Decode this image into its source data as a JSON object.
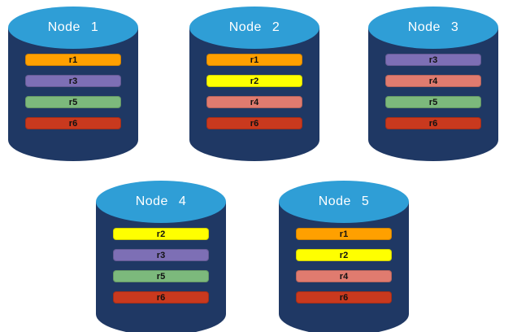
{
  "colors": {
    "cylinder_body": "#1F3864",
    "cylinder_top": "#2F9ED6",
    "node_label_text": "#FFFFFF",
    "bar_text": "#111111",
    "r1": "#FFA000",
    "r2": "#FFFF00",
    "r3": "#7D6FB5",
    "r4": "#E07B6F",
    "r5": "#7CB97C",
    "r6": "#C9391E"
  },
  "nodes": [
    {
      "label": "Node 1",
      "replicas": [
        {
          "id": "r1",
          "color": "#FFA000"
        },
        {
          "id": "r3",
          "color": "#7D6FB5"
        },
        {
          "id": "r5",
          "color": "#7CB97C"
        },
        {
          "id": "r6",
          "color": "#C9391E"
        }
      ]
    },
    {
      "label": "Node 2",
      "replicas": [
        {
          "id": "r1",
          "color": "#FFA000"
        },
        {
          "id": "r2",
          "color": "#FFFF00"
        },
        {
          "id": "r4",
          "color": "#E07B6F"
        },
        {
          "id": "r6",
          "color": "#C9391E"
        }
      ]
    },
    {
      "label": "Node 3",
      "replicas": [
        {
          "id": "r3",
          "color": "#7D6FB5"
        },
        {
          "id": "r4",
          "color": "#E07B6F"
        },
        {
          "id": "r5",
          "color": "#7CB97C"
        },
        {
          "id": "r6",
          "color": "#C9391E"
        }
      ]
    },
    {
      "label": "Node 4",
      "replicas": [
        {
          "id": "r2",
          "color": "#FFFF00"
        },
        {
          "id": "r3",
          "color": "#7D6FB5"
        },
        {
          "id": "r5",
          "color": "#7CB97C"
        },
        {
          "id": "r6",
          "color": "#C9391E"
        }
      ]
    },
    {
      "label": "Node 5",
      "replicas": [
        {
          "id": "r1",
          "color": "#FFA000"
        },
        {
          "id": "r2",
          "color": "#FFFF00"
        },
        {
          "id": "r4",
          "color": "#E07B6F"
        },
        {
          "id": "r6",
          "color": "#C9391E"
        }
      ]
    }
  ]
}
